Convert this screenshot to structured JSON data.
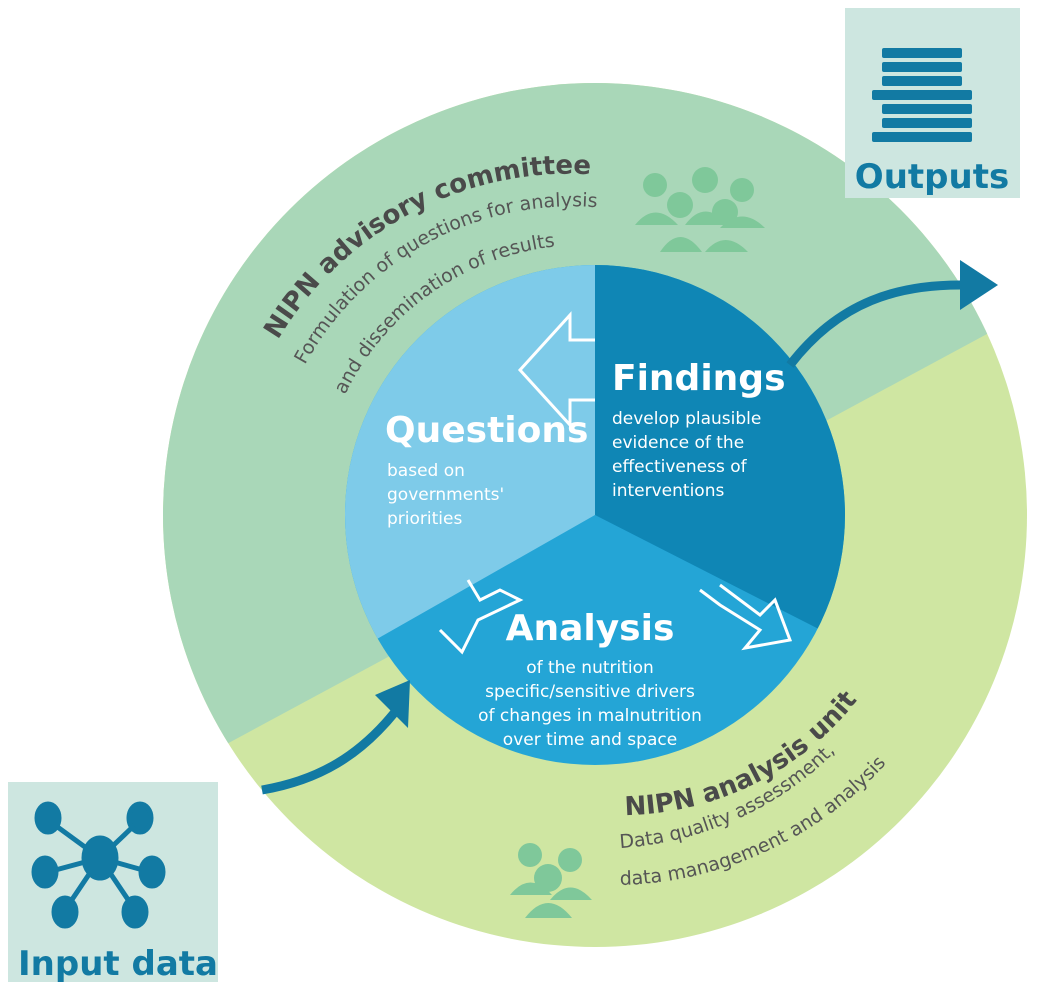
{
  "outer_ring": {
    "committee": {
      "title": "NIPN advisory committee",
      "line1": "Formulation of questions for analysis",
      "line2": "and dissemination of results"
    },
    "analysis_unit": {
      "title": "NIPN analysis unit",
      "line1": "Data quality assessment,",
      "line2": "data management and analysis"
    }
  },
  "segments": {
    "questions": {
      "title": "Questions",
      "lines": [
        "based on",
        "governments'",
        "priorities"
      ]
    },
    "findings": {
      "title": "Findings",
      "lines": [
        "develop plausible",
        "evidence of the",
        "effectiveness of",
        "interventions"
      ]
    },
    "analysis": {
      "title": "Analysis",
      "lines": [
        "of the nutrition",
        "specific/sensitive drivers",
        "of changes in malnutrition",
        "over time and space"
      ]
    }
  },
  "boxes": {
    "outputs": {
      "label": "Outputs"
    },
    "input": {
      "label": "Input data"
    }
  },
  "colors": {
    "ring_top": "#a9d7b8",
    "ring_bottom": "#cfe6a2",
    "questions": "#7ecbe9",
    "findings": "#0f86b5",
    "analysis": "#24a5d6",
    "box_bg": "#cde6e0",
    "icon": "#127aa3",
    "people_icon": "#7fc89a",
    "text_dark": "#4a4a4a"
  }
}
